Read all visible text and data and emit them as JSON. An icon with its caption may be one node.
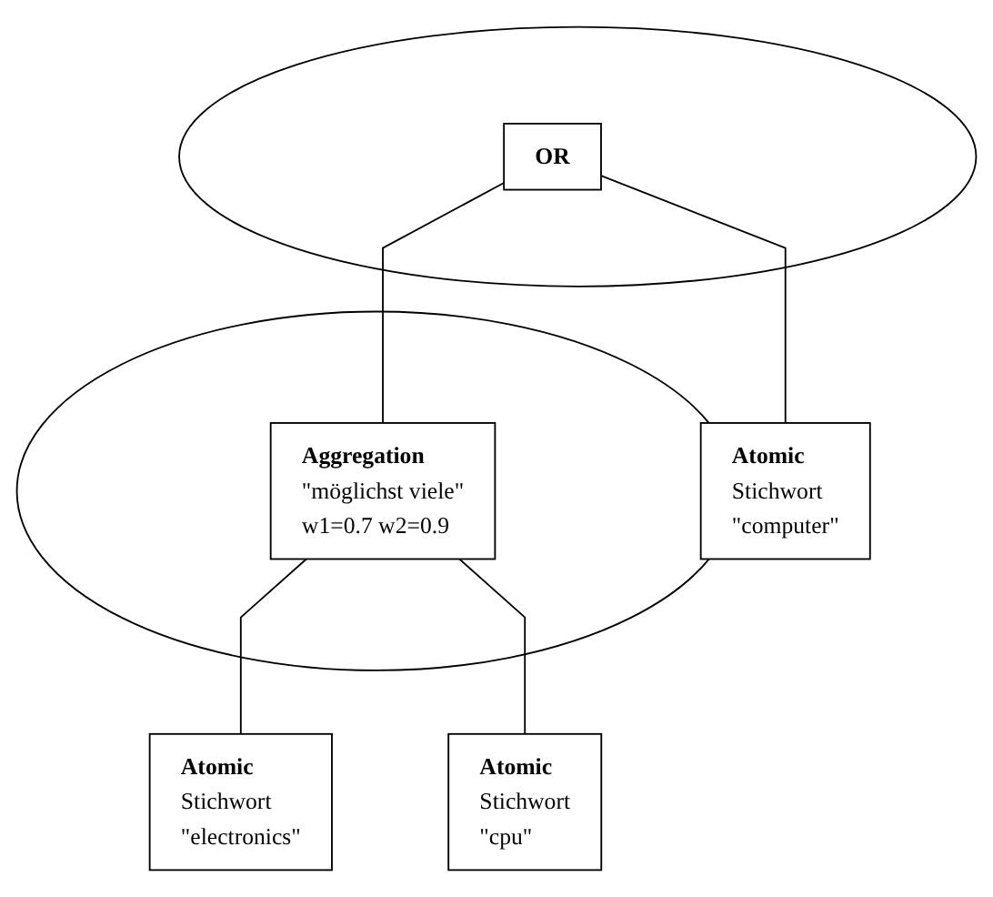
{
  "diagram": {
    "nodes": [
      {
        "text": [],
        "shape": "ellipse"
      },
      {
        "text": [
          "OR"
        ],
        "in": 0
      },
      {
        "text": [],
        "shape": "ellipse"
      },
      {
        "text": [
          "Aggregation",
          "\"möglichst viele\"",
          "w1=0.7 w2=0.9"
        ],
        "in": 2
      },
      {
        "text": [
          "Atomic",
          "Stichwort",
          "\"computer\""
        ]
      },
      {
        "text": [
          "Atomic",
          "Stichwort",
          "\"electronics\""
        ]
      },
      {
        "text": [
          "Atomic",
          "Stichwort",
          "\"cpu\""
        ]
      }
    ],
    "edges": [
      {
        "from": 1,
        "to": 3,
        "arrow": "none"
      },
      {
        "from": 1,
        "to": 4,
        "arrow": "none"
      },
      {
        "from": 3,
        "to": 5,
        "arrow": "none"
      },
      {
        "from": 3,
        "to": 6,
        "arrow": "none"
      }
    ]
  }
}
